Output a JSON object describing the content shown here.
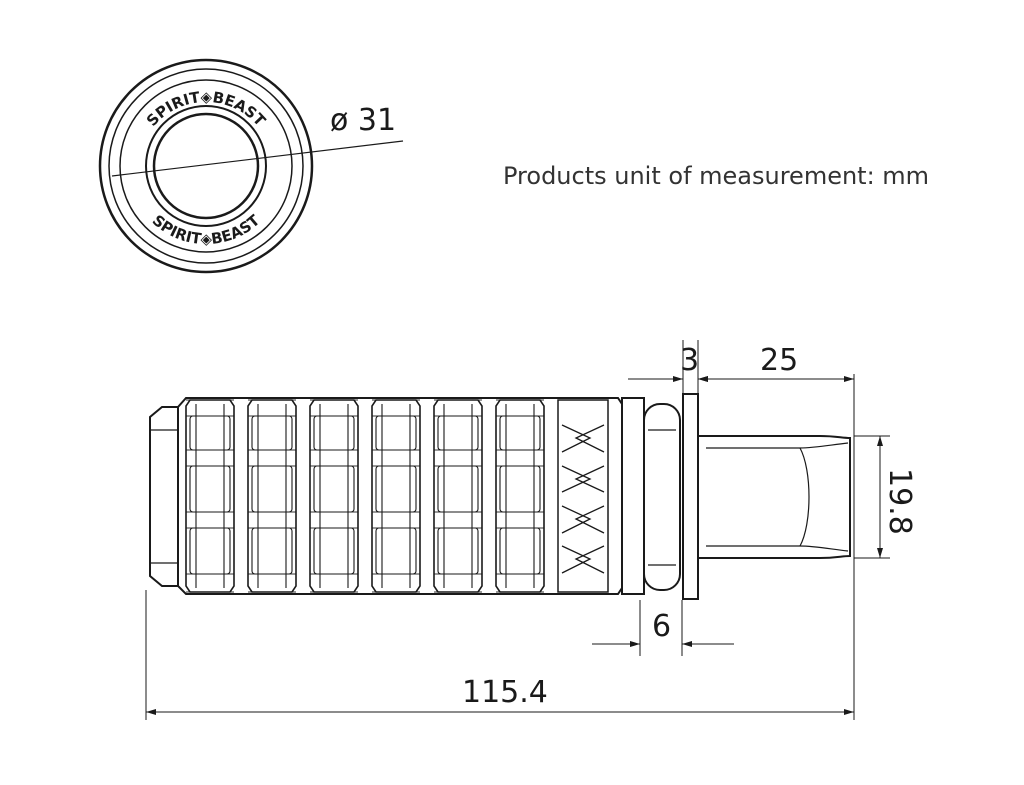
{
  "caption": "Products unit of measurement: mm",
  "emblem": {
    "text_top": "SPIRIT◈BEAST",
    "text_bottom": "SPIRIT◈BEAST"
  },
  "dimensions": {
    "diameter": "ø 31",
    "flange_thickness": "3",
    "pin_length": "25",
    "pin_diameter": "19.8",
    "collar_width": "6",
    "overall_length": "115.4"
  },
  "colors": {
    "ink": "#1a1a1a",
    "caption": "#333333"
  }
}
